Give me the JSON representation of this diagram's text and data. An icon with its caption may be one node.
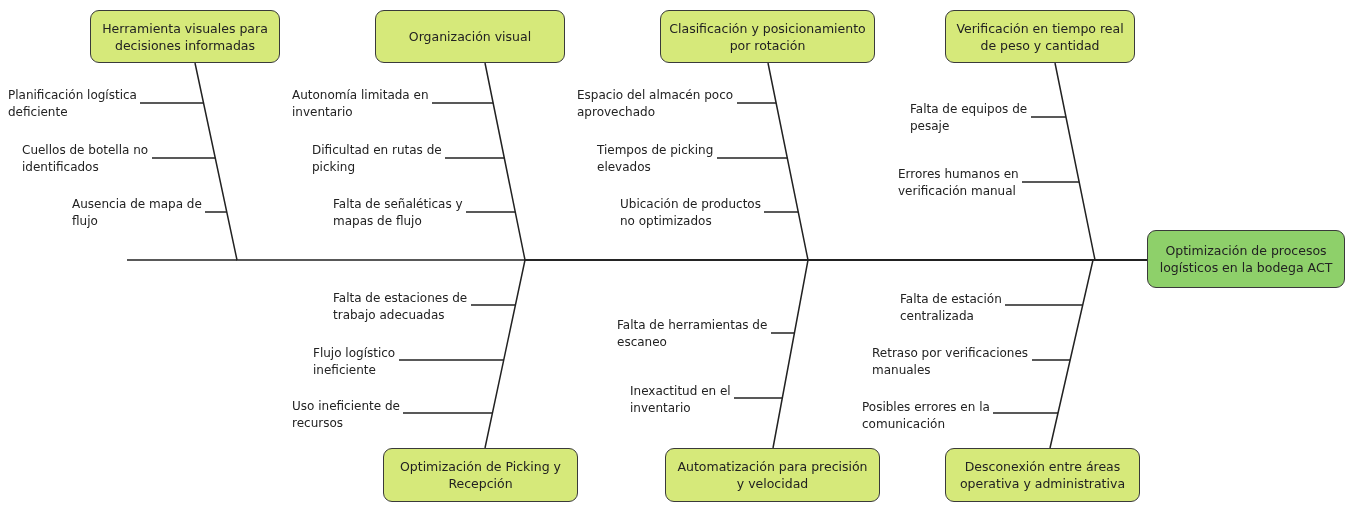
{
  "diagram": {
    "nodes": [
      {
        "text": [
          "Herramienta visuales para decisiones informadas"
        ]
      },
      {
        "text": [
          "Planificación logística deficiente"
        ]
      },
      {
        "text": [
          "Cuellos de botella no identificados"
        ]
      },
      {
        "text": [
          "Ausencia de mapa de flujo"
        ]
      },
      {
        "text": [
          "Organización visual"
        ]
      },
      {
        "text": [
          "Autonomía limitada en inventario"
        ]
      },
      {
        "text": [
          "Dificultad en rutas de picking"
        ]
      },
      {
        "text": [
          "Falta de señaléticas y mapas de flujo"
        ]
      },
      {
        "text": [
          "Clasificación y posicionamiento por rotación"
        ]
      },
      {
        "text": [
          "Espacio del almacén poco aprovechado"
        ]
      },
      {
        "text": [
          "Tiempos de picking elevados"
        ]
      },
      {
        "text": [
          "Ubicación de productos no optimizados"
        ]
      },
      {
        "text": [
          "Verificación en tiempo real de peso y cantidad"
        ]
      },
      {
        "text": [
          "Falta de equipos de pesaje"
        ]
      },
      {
        "text": [
          "Errores humanos en verificación manual"
        ]
      },
      {
        "text": [
          "Optimización de procesos logísticos en la bodega ACT"
        ]
      },
      {
        "text": [
          "Optimización de Picking y Recepción"
        ]
      },
      {
        "text": [
          "Falta de estaciones de trabajo adecuadas"
        ]
      },
      {
        "text": [
          "Flujo logístico ineficiente"
        ]
      },
      {
        "text": [
          "Uso ineficiente de recursos"
        ]
      },
      {
        "text": [
          "Automatización para precisión y velocidad"
        ]
      },
      {
        "text": [
          "Falta de herramientas de escaneo"
        ]
      },
      {
        "text": [
          "Inexactitud en el inventario"
        ]
      },
      {
        "text": [
          "Desconexión entre áreas operativa y administrativa"
        ]
      },
      {
        "text": [
          "Falta de estación centralizada"
        ]
      },
      {
        "text": [
          "Retraso por verificaciones manuales"
        ]
      },
      {
        "text": [
          "Posibles errores en la comunicación"
        ]
      }
    ],
    "edges": [
      {
        "from": 0,
        "to": 15,
        "arrow": "none"
      },
      {
        "from": 1,
        "to": null,
        "arrow": "none"
      },
      {
        "from": 2,
        "to": null,
        "arrow": "none"
      },
      {
        "from": 3,
        "to": null,
        "arrow": "none"
      },
      {
        "from": 4,
        "to": 15,
        "arrow": "none"
      },
      {
        "from": 5,
        "to": null,
        "arrow": "none"
      },
      {
        "from": 6,
        "to": null,
        "arrow": "none"
      },
      {
        "from": 7,
        "to": null,
        "arrow": "none"
      },
      {
        "from": 8,
        "to": 15,
        "arrow": "none"
      },
      {
        "from": 9,
        "to": null,
        "arrow": "none"
      },
      {
        "from": 10,
        "to": null,
        "arrow": "none"
      },
      {
        "from": 11,
        "to": null,
        "arrow": "none"
      },
      {
        "from": 12,
        "to": 15,
        "arrow": "none"
      },
      {
        "from": 13,
        "to": null,
        "arrow": "none"
      },
      {
        "from": 14,
        "to": null,
        "arrow": "none"
      },
      {
        "from": 16,
        "to": 15,
        "arrow": "none"
      },
      {
        "from": 17,
        "to": null,
        "arrow": "none"
      },
      {
        "from": 18,
        "to": null,
        "arrow": "none"
      },
      {
        "from": 19,
        "to": null,
        "arrow": "none"
      },
      {
        "from": 20,
        "to": 15,
        "arrow": "none"
      },
      {
        "from": 21,
        "to": null,
        "arrow": "none"
      },
      {
        "from": 22,
        "to": null,
        "arrow": "none"
      },
      {
        "from": 23,
        "to": 15,
        "arrow": "none"
      },
      {
        "from": 24,
        "to": null,
        "arrow": "none"
      },
      {
        "from": 25,
        "to": null,
        "arrow": "none"
      },
      {
        "from": 26,
        "to": null,
        "arrow": "none"
      }
    ]
  }
}
